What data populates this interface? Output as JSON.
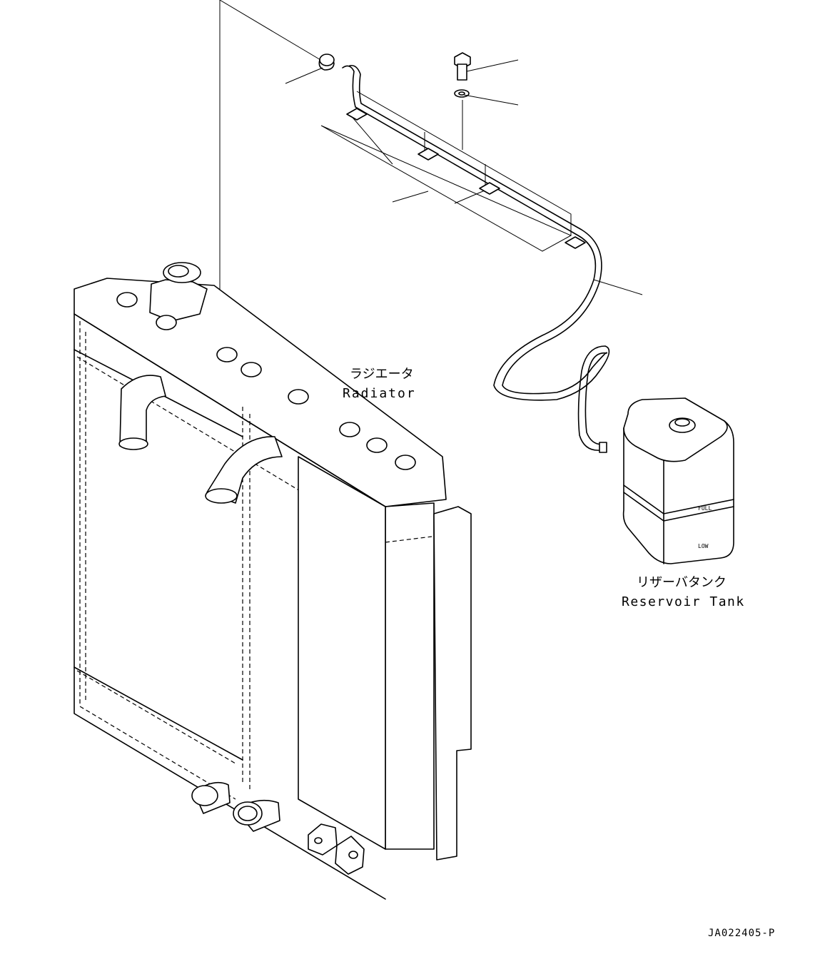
{
  "labels": {
    "radiator_jp": "ラジエータ",
    "radiator_en": "Radiator",
    "tank_jp": "リザーバタンク",
    "tank_en": "Reservoir Tank",
    "tank_full": "FULL",
    "tank_low": "LOW",
    "drawing_no": "JA022405-P"
  },
  "icons": [
    "radiator-cap-icon",
    "hose-clamp-icon",
    "bolt-icon",
    "washer-icon",
    "reservoir-tank-icon"
  ],
  "colors": {
    "line": "#000000",
    "background": "#ffffff"
  }
}
